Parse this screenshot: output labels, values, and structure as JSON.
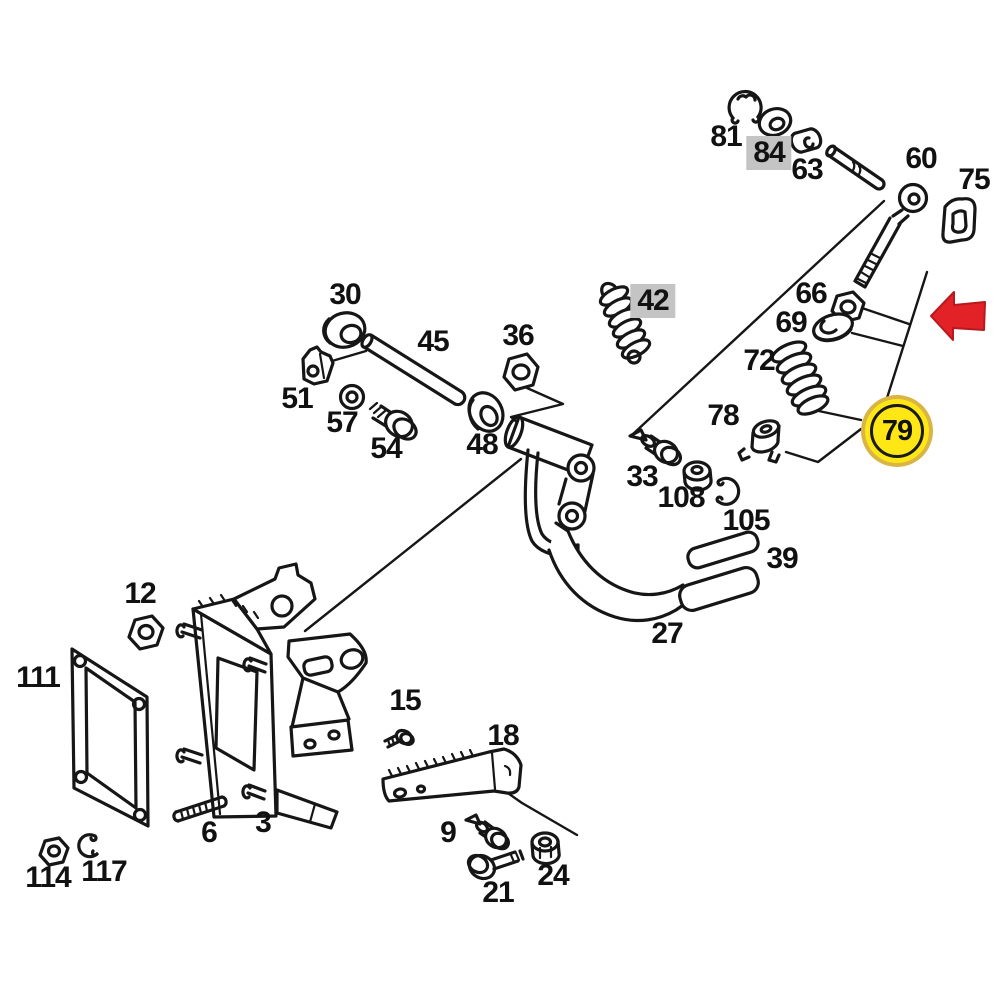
{
  "diagram": {
    "type": "exploded-parts-diagram",
    "subject": "pedal assembly parts diagram",
    "background": "#ffffff",
    "line_color": "#161616"
  },
  "colors": {
    "gray_highlight": "#c4c4c4",
    "yellow_highlight": "#ffe715",
    "yellow_badge_edge": "#d9b545",
    "arrow_red": "#e32227",
    "label_text": "#111111"
  },
  "arrow": {
    "glyph": "left-arrow",
    "color": "#e32227"
  },
  "labels": [
    {
      "id": "81",
      "text": "81",
      "highlight": "none"
    },
    {
      "id": "84",
      "text": "84",
      "highlight": "gray-box"
    },
    {
      "id": "63",
      "text": "63",
      "highlight": "none"
    },
    {
      "id": "60",
      "text": "60",
      "highlight": "none"
    },
    {
      "id": "75",
      "text": "75",
      "highlight": "none"
    },
    {
      "id": "30",
      "text": "30",
      "highlight": "none"
    },
    {
      "id": "45",
      "text": "45",
      "highlight": "none"
    },
    {
      "id": "36",
      "text": "36",
      "highlight": "none"
    },
    {
      "id": "42",
      "text": "42",
      "highlight": "gray-box"
    },
    {
      "id": "66",
      "text": "66",
      "highlight": "none"
    },
    {
      "id": "69",
      "text": "69",
      "highlight": "none"
    },
    {
      "id": "72",
      "text": "72",
      "highlight": "none"
    },
    {
      "id": "78",
      "text": "78",
      "highlight": "none"
    },
    {
      "id": "79",
      "text": "79",
      "highlight": "yellow-circle"
    },
    {
      "id": "51",
      "text": "51",
      "highlight": "none"
    },
    {
      "id": "57",
      "text": "57",
      "highlight": "none"
    },
    {
      "id": "54",
      "text": "54",
      "highlight": "none"
    },
    {
      "id": "48",
      "text": "48",
      "highlight": "none"
    },
    {
      "id": "33",
      "text": "33",
      "highlight": "none"
    },
    {
      "id": "108",
      "text": "108",
      "highlight": "none"
    },
    {
      "id": "105",
      "text": "105",
      "highlight": "none"
    },
    {
      "id": "39",
      "text": "39",
      "highlight": "none"
    },
    {
      "id": "27",
      "text": "27",
      "highlight": "none"
    },
    {
      "id": "12",
      "text": "12",
      "highlight": "none"
    },
    {
      "id": "111",
      "text": "111",
      "highlight": "none"
    },
    {
      "id": "3",
      "text": "3",
      "highlight": "none"
    },
    {
      "id": "6",
      "text": "6",
      "highlight": "none"
    },
    {
      "id": "114",
      "text": "114",
      "highlight": "none"
    },
    {
      "id": "117",
      "text": "117",
      "highlight": "none"
    },
    {
      "id": "15",
      "text": "15",
      "highlight": "none"
    },
    {
      "id": "18",
      "text": "18",
      "highlight": "none"
    },
    {
      "id": "9",
      "text": "9",
      "highlight": "none"
    },
    {
      "id": "21",
      "text": "21",
      "highlight": "none"
    },
    {
      "id": "24",
      "text": "24",
      "highlight": "none"
    }
  ]
}
